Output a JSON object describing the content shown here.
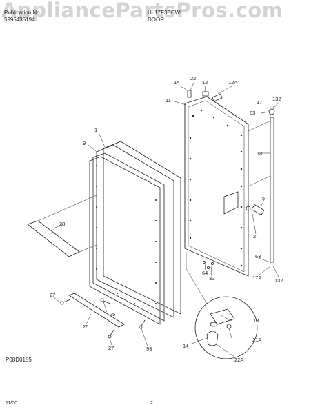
{
  "header": {
    "publication_label": "Publication No",
    "publication_number": "5995435194",
    "model": "UL17F3ECWI",
    "section": "DOOR"
  },
  "watermark": "AppliancePartsPros.com",
  "figure_code": "P08D0185",
  "footer": {
    "date": "11/00",
    "page": "2"
  },
  "callouts": [
    "22",
    "14",
    "12",
    "12A",
    "11",
    "17",
    "132",
    "63",
    "1",
    "9",
    "18",
    "28",
    "5",
    "2",
    "63",
    "64",
    "32",
    "17A",
    "132",
    "13",
    "27",
    "25",
    "26",
    "21A",
    "14",
    "22A",
    "93",
    "27"
  ]
}
